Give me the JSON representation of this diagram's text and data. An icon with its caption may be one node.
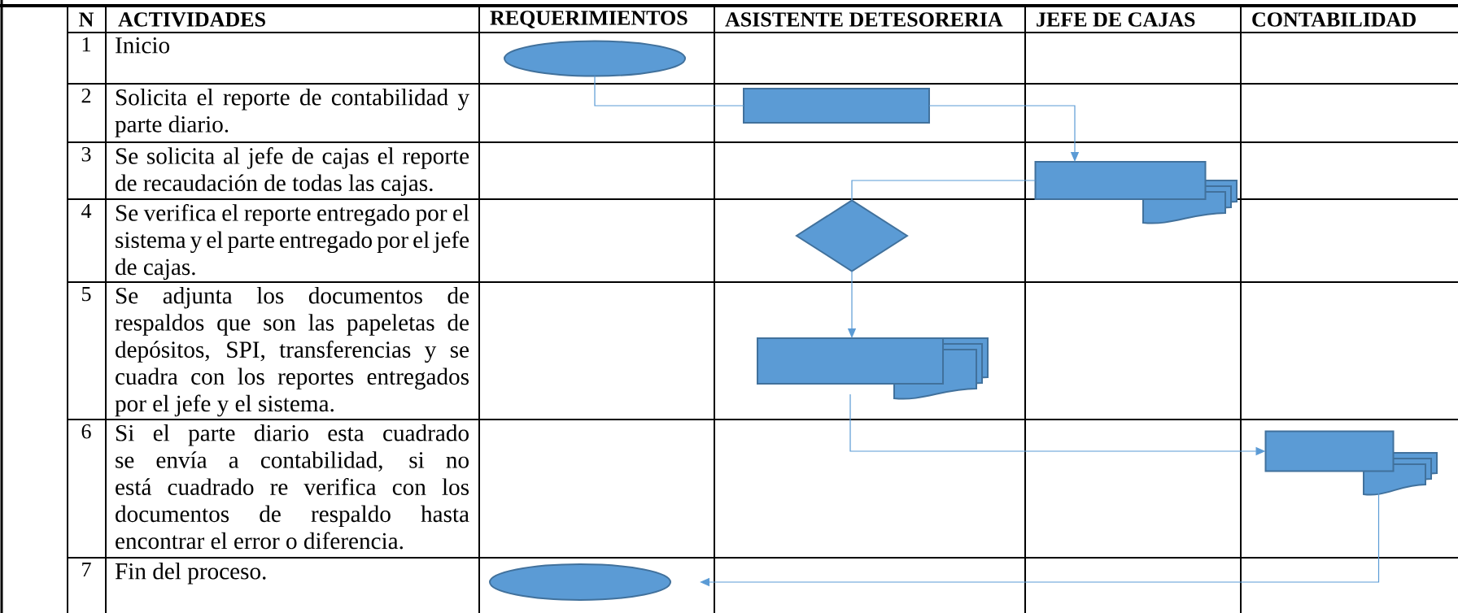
{
  "diagram": {
    "nodes": [
      {
        "text": [],
        "shape": "ellipse"
      },
      {
        "text": [],
        "shape": "box"
      },
      {
        "text": [],
        "shape": "document"
      },
      {
        "text": [],
        "shape": "diamond"
      },
      {
        "text": [],
        "shape": "document"
      },
      {
        "text": [],
        "shape": "document"
      },
      {
        "text": [],
        "shape": "ellipse"
      }
    ],
    "edges": [
      {
        "from": 0,
        "to": 1,
        "arrow": "none"
      },
      {
        "from": 1,
        "to": 2,
        "arrow": "to"
      },
      {
        "from": 2,
        "to": 3,
        "arrow": "none"
      },
      {
        "from": 3,
        "to": 4,
        "arrow": "to"
      },
      {
        "from": 4,
        "to": 5,
        "arrow": "to"
      },
      {
        "from": 5,
        "to": 6,
        "arrow": "to"
      }
    ],
    "labels": [
      "N",
      "ACTIVIDADES",
      "REQUERIMIENTOS",
      "ASISTENTE DETESORERIA",
      "JEFE DE CAJAS",
      "CONTABILIDAD",
      "1",
      "Inicio",
      "2",
      "Solicita el reporte de contabilidad y parte diario.",
      "3",
      "Se solicita al jefe de cajas el reporte de recaudación de todas las cajas.",
      "4",
      "Se verifica el reporte entregado por el sistema y el parte entregado por el jefe de cajas.",
      "5",
      "Se adjunta los documentos de respaldos que son las papeletas de depósitos, SPI, transferencias y se cuadra con los reportes entregados por el jefe y el sistema.",
      "6",
      "Si el parte diario esta cuadrado se envía a contabilidad, si no está cuadrado re verifica con los documentos de respaldo hasta encontrar el error o diferencia.",
      "7",
      "Fin del proceso."
    ]
  }
}
